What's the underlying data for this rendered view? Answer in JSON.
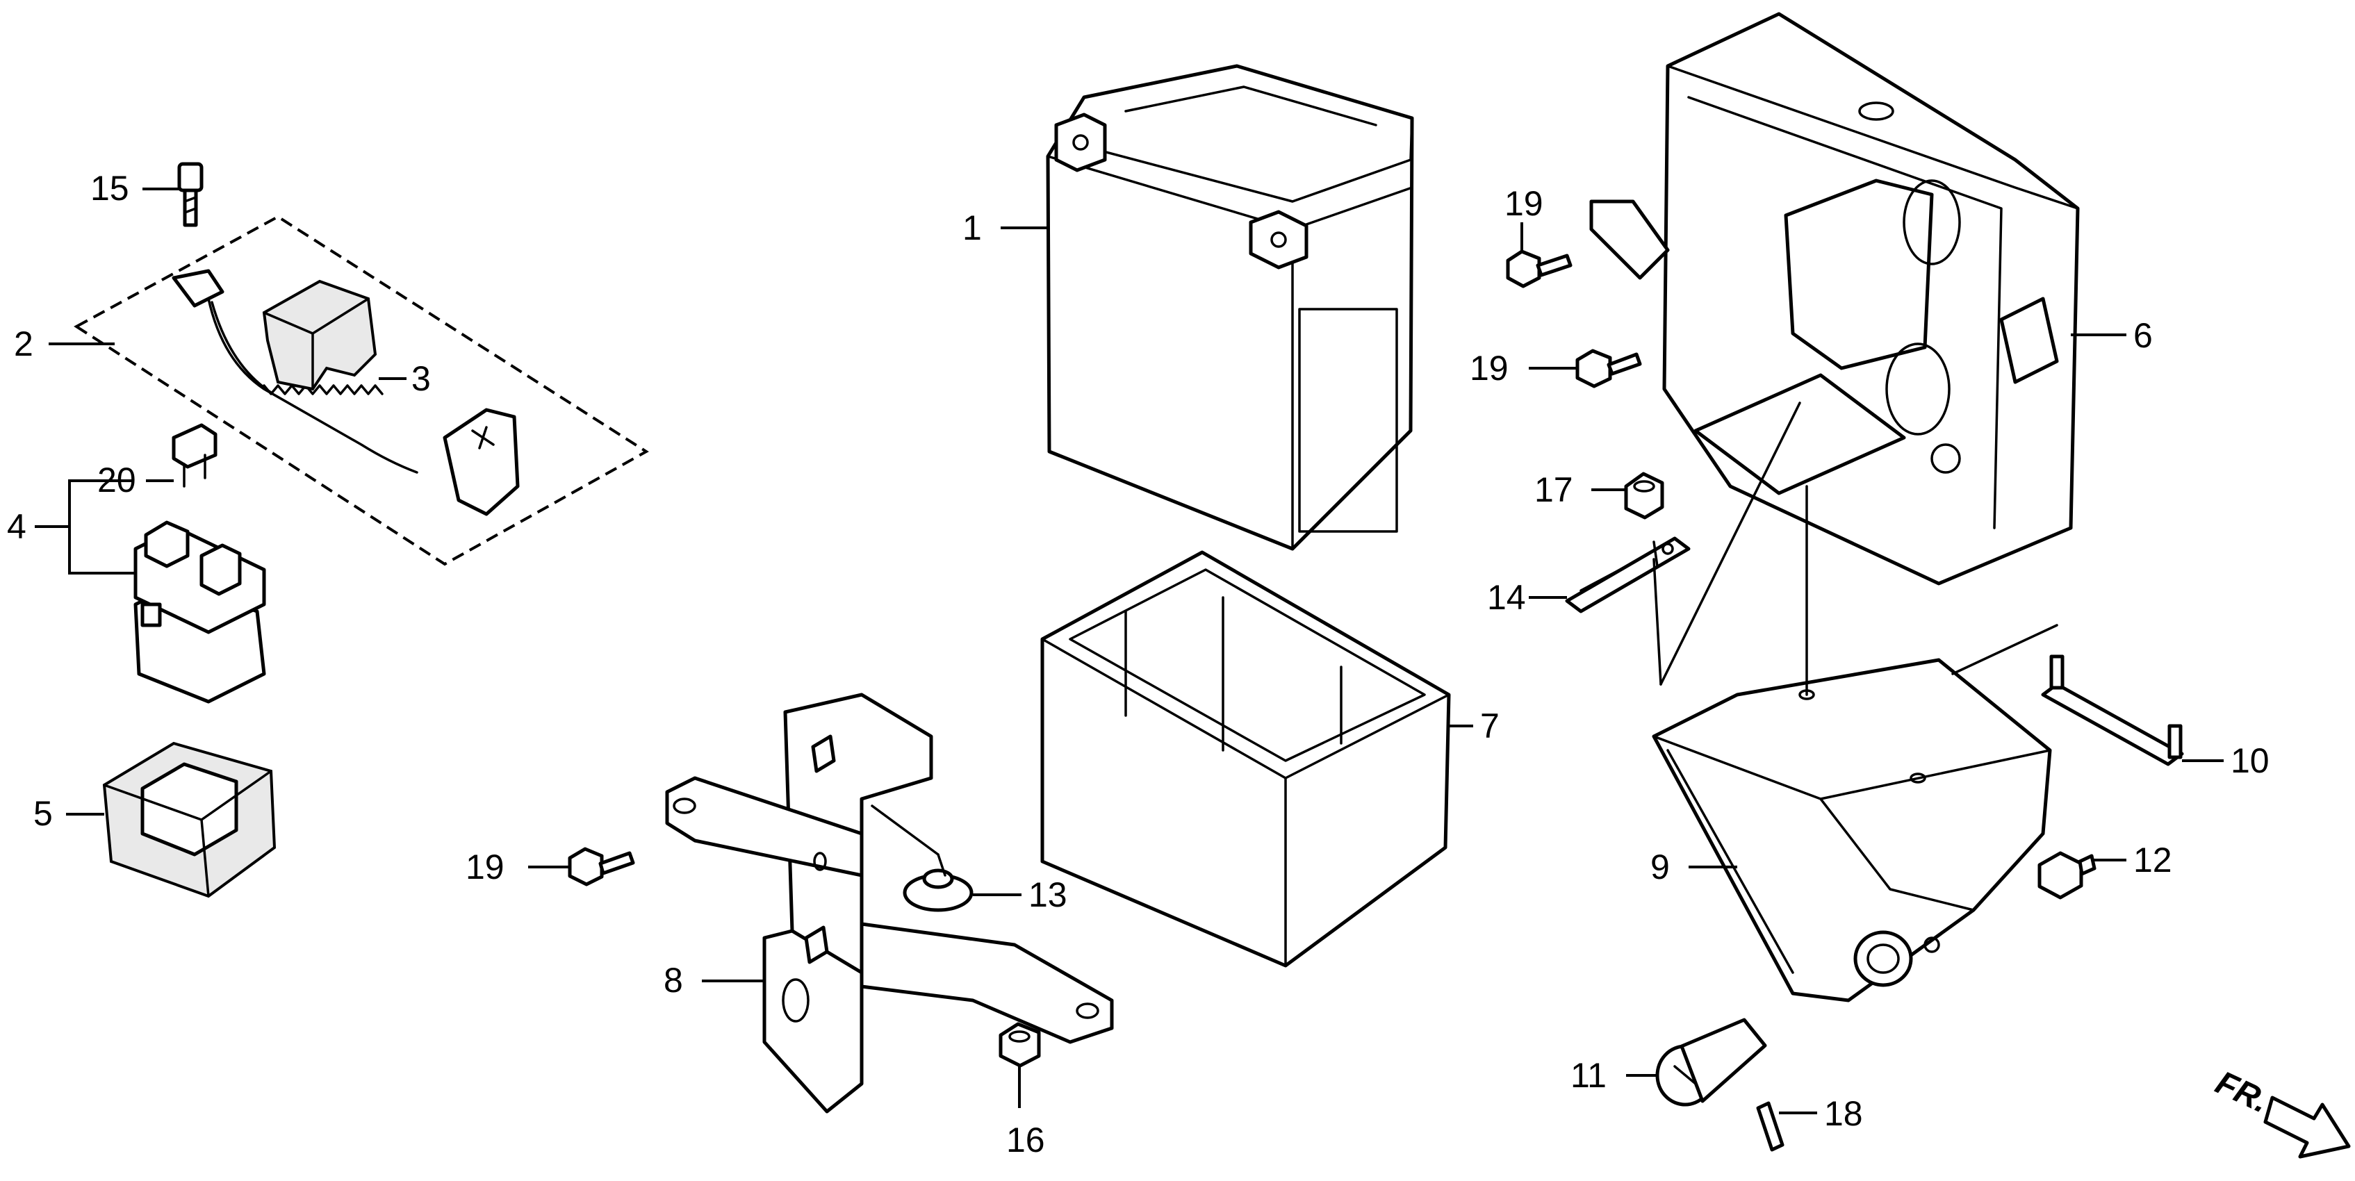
{
  "callouts": {
    "p1": "1",
    "p2": "2",
    "p3": "3",
    "p4": "4",
    "p5": "5",
    "p6": "6",
    "p7": "7",
    "p8": "8",
    "p9": "9",
    "p10": "10",
    "p11": "11",
    "p12": "12",
    "p13": "13",
    "p14": "14",
    "p15": "15",
    "p16": "16",
    "p17": "17",
    "p18": "18",
    "p19a": "19",
    "p19b": "19",
    "p19c": "19",
    "p20": "20"
  },
  "direction": {
    "label": "FR."
  },
  "colors": {
    "ink": "#000000",
    "paper": "#ffffff"
  }
}
